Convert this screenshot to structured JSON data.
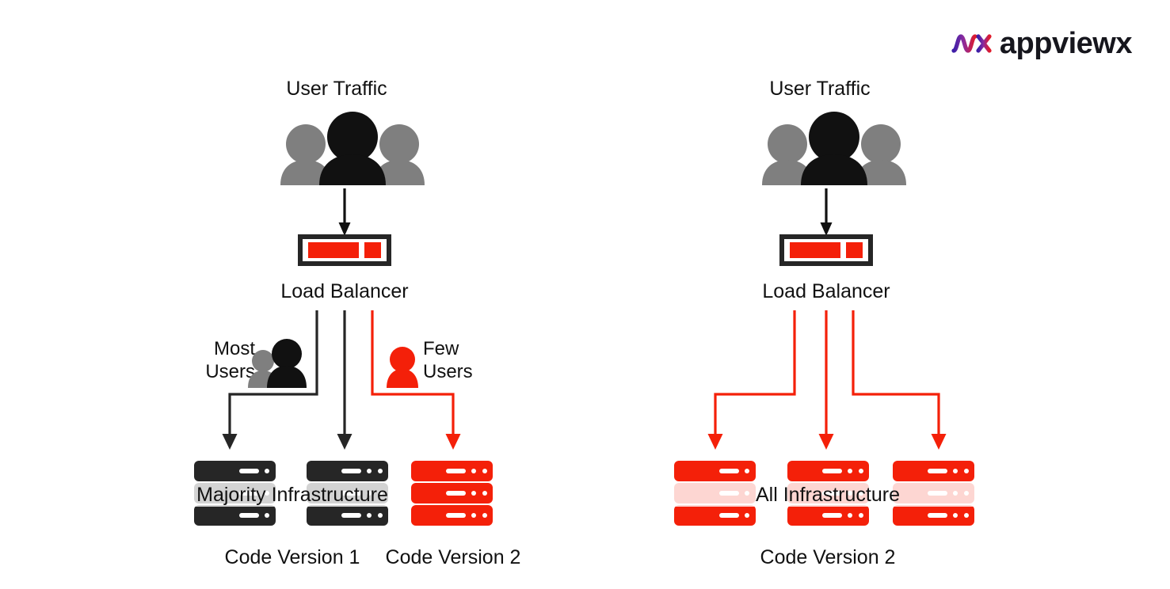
{
  "brand": {
    "name": "appviewx",
    "logo_mark": "appviewx-logo-icon",
    "gradient_start": "#3B1EA8",
    "gradient_mid": "#8B2C9E",
    "gradient_end": "#E01A2B",
    "wordmark_color": "#16161d"
  },
  "colors": {
    "red": "#F42009",
    "dark": "#262626",
    "gray": "#7F7F7F",
    "text": "#111111",
    "background": "#FFFFFF"
  },
  "diagrams": [
    {
      "id": "canary-deployment",
      "user_traffic_label": "User Traffic",
      "users_icon": "users-group-icon",
      "load_balancer_label": "Load Balancer",
      "load_balancer_icon": "load-balancer-icon",
      "branches": [
        {
          "label_line1": "Most",
          "label_line2": "Users",
          "icon": "two-users-icon",
          "color": "#262626"
        },
        {
          "label_line1": "",
          "label_line2": "",
          "icon": "",
          "color": "#262626"
        },
        {
          "label_line1": "Few",
          "label_line2": "Users",
          "icon": "single-user-icon",
          "color": "#F42009"
        }
      ],
      "infrastructure_label": "Majority Infrastructure",
      "stacks": [
        {
          "color": "dark",
          "dots": 1,
          "version_label": "Code Version 1"
        },
        {
          "color": "dark",
          "dots": 2,
          "version_label": ""
        },
        {
          "color": "red",
          "dots": 2,
          "version_label": "Code Version 2"
        }
      ],
      "version_labels": [
        "Code Version 1",
        "Code Version 2"
      ]
    },
    {
      "id": "full-rollout",
      "user_traffic_label": "User Traffic",
      "users_icon": "users-group-icon",
      "load_balancer_label": "Load Balancer",
      "load_balancer_icon": "load-balancer-icon",
      "branches": [
        {
          "label_line1": "",
          "label_line2": "",
          "icon": "",
          "color": "#F42009"
        },
        {
          "label_line1": "",
          "label_line2": "",
          "icon": "",
          "color": "#F42009"
        },
        {
          "label_line1": "",
          "label_line2": "",
          "icon": "",
          "color": "#F42009"
        }
      ],
      "infrastructure_label": "All Infrastructure",
      "stacks": [
        {
          "color": "red",
          "dots": 1,
          "version_label": ""
        },
        {
          "color": "red",
          "dots": 2,
          "version_label": "Code Version 2"
        },
        {
          "color": "red",
          "dots": 2,
          "version_label": ""
        }
      ],
      "version_labels": [
        "Code Version 2"
      ]
    }
  ]
}
